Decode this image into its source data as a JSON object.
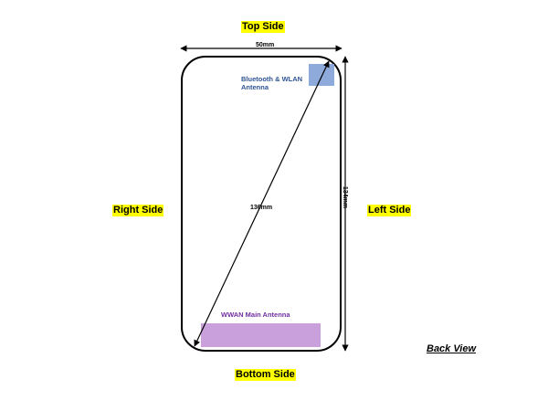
{
  "labels": {
    "top": "Top Side",
    "bottom": "Bottom Side",
    "left": "Left Side",
    "right": "Right Side",
    "view": "Back View"
  },
  "dimensions": {
    "width": "50mm",
    "height": "134mm",
    "diagonal": "136mm"
  },
  "antennas": {
    "bluetooth_wlan_line1": "Bluetooth & WLAN",
    "bluetooth_wlan_line2": "Antenna",
    "wwan_main": "WWAN Main Antenna"
  },
  "colors": {
    "highlight": "#ffff00",
    "bluetooth_wlan": "#8eaadb",
    "bluetooth_text": "#2f5496",
    "wwan": "#c9a0dc",
    "wwan_text": "#7030a0"
  }
}
